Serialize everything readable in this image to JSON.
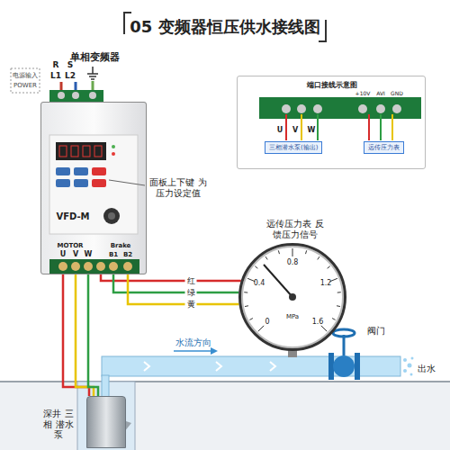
{
  "diagram": {
    "title": "05 变频器恒压供水接线图",
    "nodes": [
      {
        "text": [
          "单相变频器",
          "VFD-M"
        ]
      },
      {
        "text": [
          "远传压力表 反馈压力信号"
        ]
      },
      {
        "text": [
          "深井 三相 潜水泵"
        ]
      },
      {
        "text": [
          "端口接线示意图"
        ]
      },
      {
        "text": [
          "三相潜水泵(输出)"
        ],
        "in": 3
      },
      {
        "text": [
          "远传压力表"
        ],
        "in": 3
      }
    ],
    "edges": [
      {
        "from": 0,
        "to": 2,
        "arrow": "none"
      },
      {
        "from": 0,
        "to": 2,
        "arrow": "none"
      },
      {
        "from": 0,
        "to": 2,
        "arrow": "none"
      },
      {
        "from": 0,
        "to": 1,
        "label": "红",
        "arrow": "none"
      },
      {
        "from": 0,
        "to": 1,
        "label": "绿",
        "arrow": "none"
      },
      {
        "from": 0,
        "to": 1,
        "label": "黄",
        "arrow": "none"
      }
    ],
    "labels": [
      "电源输入",
      "POWER",
      "R",
      "S",
      "L1",
      "L2",
      "面板上下键 为压力设定值",
      "MOTOR",
      "U",
      "V",
      "W",
      "Brake",
      "B1",
      "B2",
      "0",
      "0.4",
      "0.8",
      "1.2",
      "1.6",
      "MPa",
      "水流方向",
      "阀门",
      "出水",
      "+10V",
      "AVI",
      "GND",
      "U",
      "V",
      "W"
    ]
  }
}
